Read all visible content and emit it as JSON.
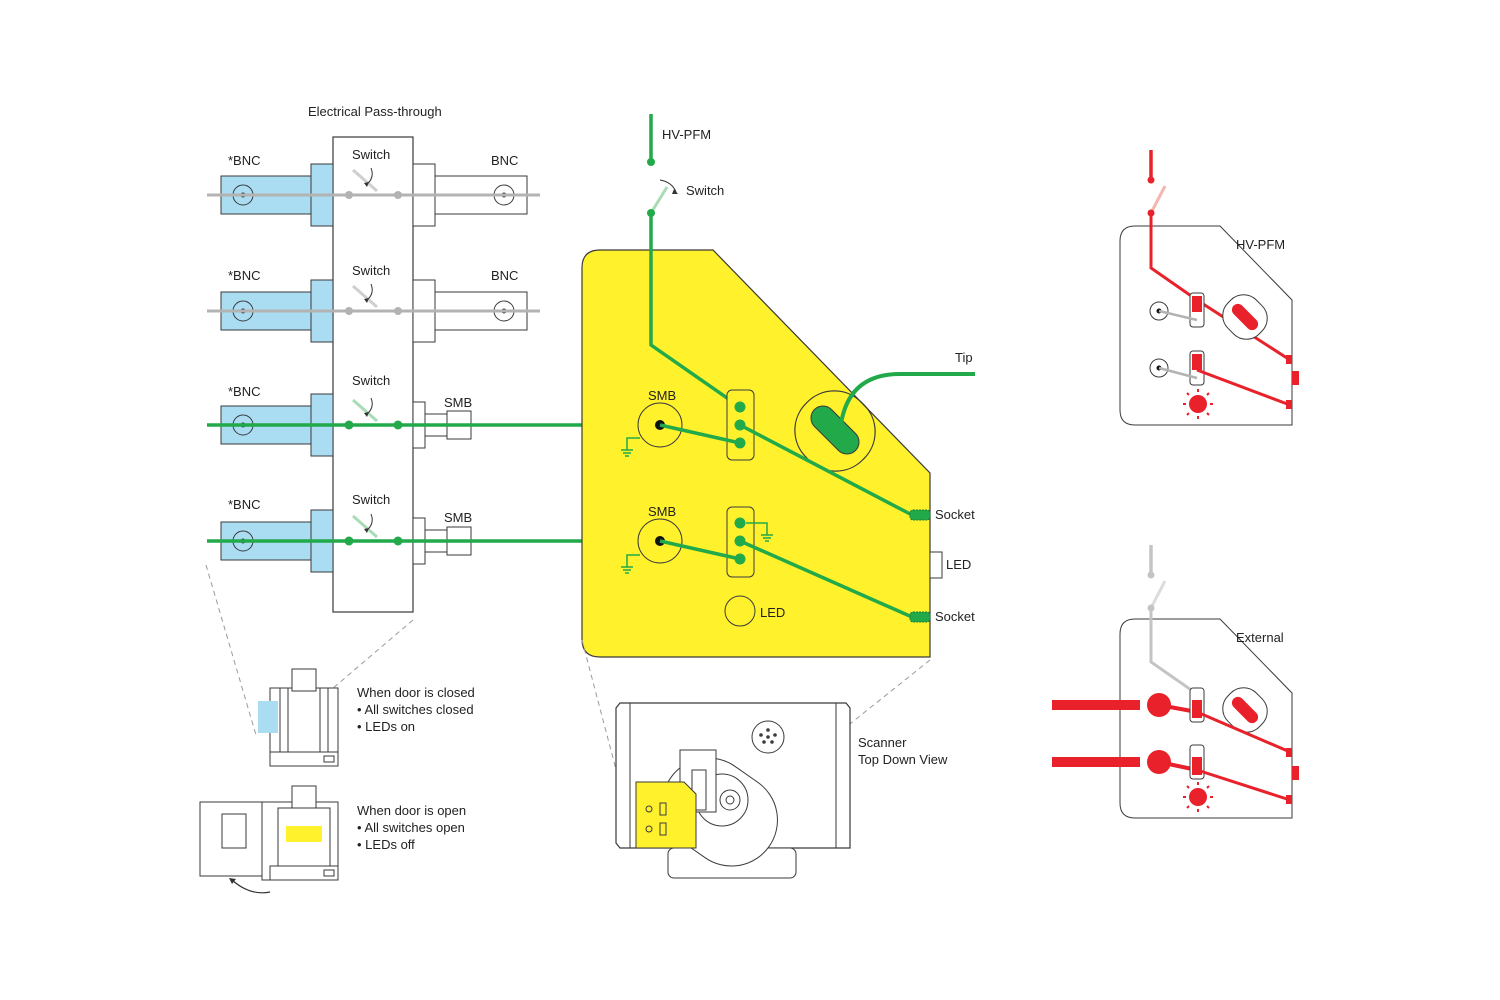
{
  "colors": {
    "green": "#22a94a",
    "red": "#e8212a",
    "blue": "#aadcf2",
    "yellow": "#fff22d",
    "gray": "#b3b3b3",
    "outline": "#3a3a3a"
  },
  "icons": [
    "bnc-connector-icon",
    "smb-connector-icon",
    "switch-icon",
    "ground-icon",
    "led-icon",
    "socket-icon"
  ],
  "passthrough": {
    "title": "Electrical Pass-through",
    "rows": [
      {
        "left": "*BNC",
        "switch": "Switch",
        "right": "BNC"
      },
      {
        "left": "*BNC",
        "switch": "Switch",
        "right": "BNC"
      },
      {
        "left": "*BNC",
        "switch": "Switch",
        "right": "SMB"
      },
      {
        "left": "*BNC",
        "switch": "Switch",
        "right": "SMB"
      }
    ]
  },
  "door_closed": {
    "title": "When door is closed",
    "line1": "• All switches closed",
    "line2": "• LEDs on"
  },
  "door_open": {
    "title": "When door is open",
    "line1": "• All switches open",
    "line2": "• LEDs off"
  },
  "board": {
    "hv_pfm": "HV-PFM",
    "switch": "Switch",
    "tip": "Tip",
    "smb_top": "SMB",
    "smb_bottom": "SMB",
    "socket_top": "Socket",
    "socket_bottom": "Socket",
    "led_side": "LED",
    "led_board": "LED"
  },
  "scanner": {
    "line1": "Scanner",
    "line2": "Top Down View"
  },
  "mini_hv": {
    "label": "HV-PFM"
  },
  "mini_ext": {
    "label": "External"
  }
}
